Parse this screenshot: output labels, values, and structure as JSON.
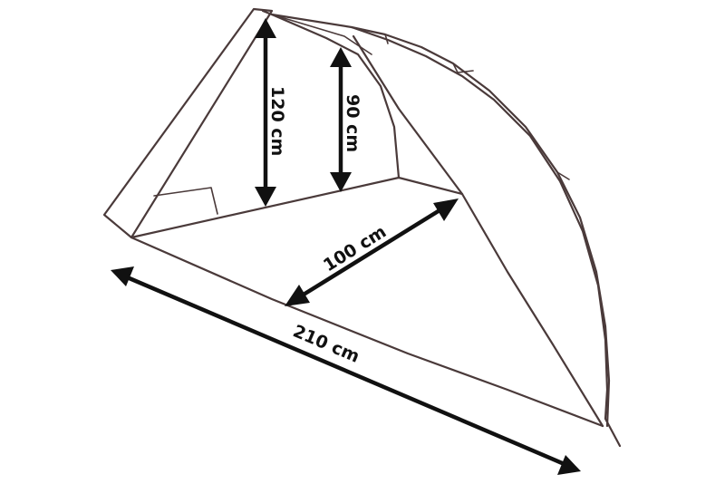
{
  "diagram": {
    "dimensions": {
      "height_outer": "120 cm",
      "height_inner": "90 cm",
      "depth": "100 cm",
      "length": "210 cm"
    },
    "colors": {
      "outline": "#4a3a3a",
      "arrows": "#111111",
      "background": "#ffffff"
    }
  }
}
